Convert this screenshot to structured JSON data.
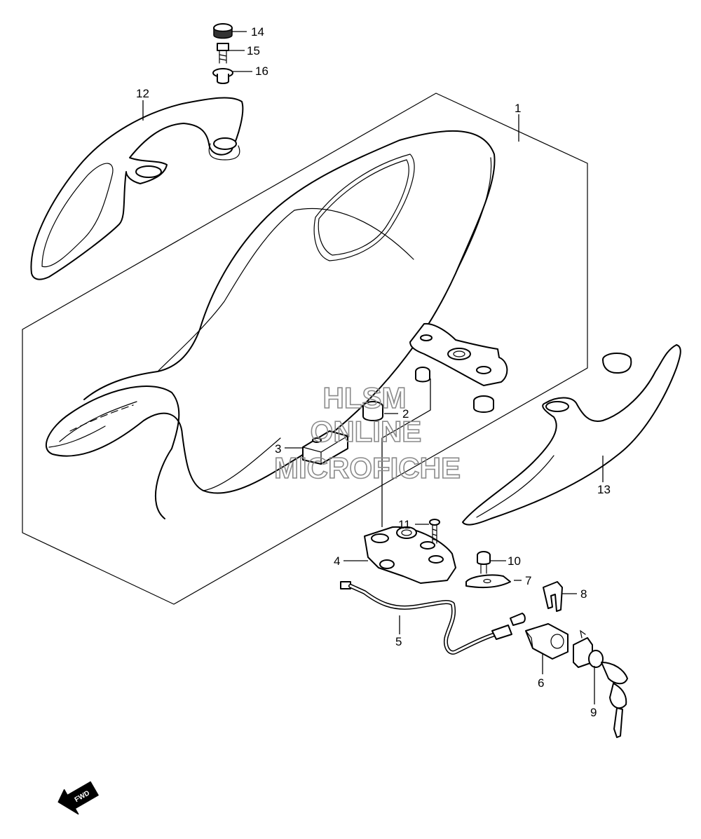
{
  "callouts": [
    {
      "id": "1",
      "label": "1"
    },
    {
      "id": "2",
      "label": "2"
    },
    {
      "id": "3",
      "label": "3"
    },
    {
      "id": "4",
      "label": "4"
    },
    {
      "id": "5",
      "label": "5"
    },
    {
      "id": "6",
      "label": "6"
    },
    {
      "id": "7",
      "label": "7"
    },
    {
      "id": "8",
      "label": "8"
    },
    {
      "id": "9",
      "label": "9"
    },
    {
      "id": "10",
      "label": "10"
    },
    {
      "id": "11",
      "label": "11"
    },
    {
      "id": "12",
      "label": "12"
    },
    {
      "id": "13",
      "label": "13"
    },
    {
      "id": "14",
      "label": "14"
    },
    {
      "id": "15",
      "label": "15"
    },
    {
      "id": "16",
      "label": "16"
    }
  ],
  "watermark": {
    "line1": "HLSM",
    "line2": "ONLINE",
    "line3": "MICROFICHE"
  },
  "direction_arrow": {
    "label": "FWD",
    "icon": "forward-arrow-icon"
  },
  "colors": {
    "line": "#000000",
    "background": "#ffffff",
    "watermark": "#8a8a8a"
  }
}
